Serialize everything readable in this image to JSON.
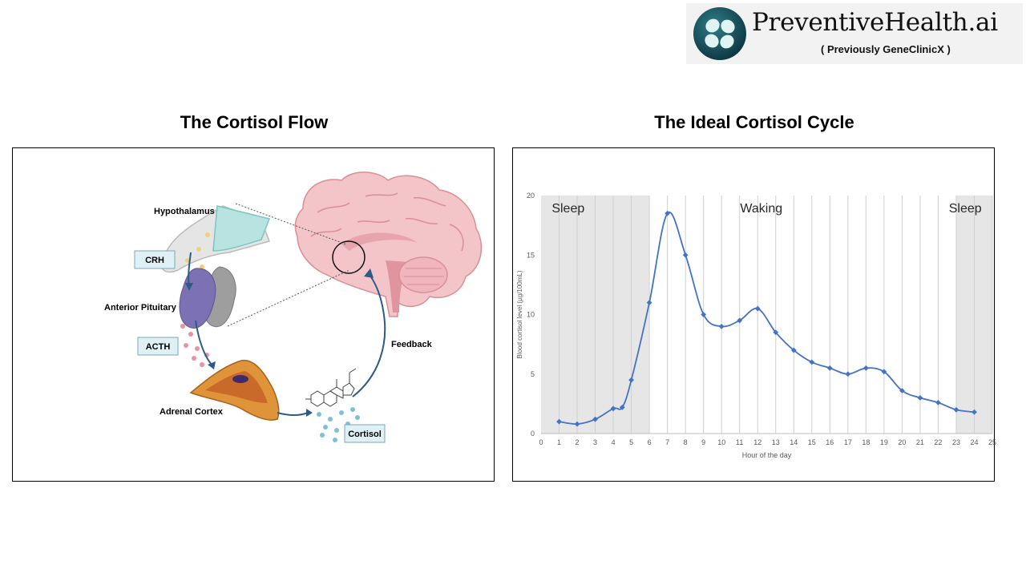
{
  "logo": {
    "name": "PreventiveHealth.ai",
    "subtitle": "( Previously  GeneClinicX )"
  },
  "left_panel": {
    "title": "The Cortisol Flow",
    "labels": {
      "hypothalamus": "Hypothalamus",
      "crh": "CRH",
      "anterior_pituitary": "Anterior Pituitary",
      "acth": "ACTH",
      "adrenal_cortex": "Adrenal Cortex",
      "feedback": "Feedback",
      "cortisol": "Cortisol"
    }
  },
  "right_panel": {
    "title": "The Ideal Cortisol Cycle"
  },
  "chart_data": {
    "type": "line",
    "xlabel": "Hour of the day",
    "ylabel": "Blood cortisol level (µg/100mL)",
    "xlim": [
      0,
      25
    ],
    "ylim": [
      0,
      20
    ],
    "xticks": [
      0,
      1,
      2,
      3,
      4,
      5,
      6,
      7,
      8,
      9,
      10,
      11,
      12,
      13,
      14,
      15,
      16,
      17,
      18,
      19,
      20,
      21,
      22,
      23,
      24,
      25
    ],
    "yticks": [
      0,
      5,
      10,
      15,
      20
    ],
    "grid": "vertical",
    "shaded_regions": [
      {
        "label": "Sleep",
        "x": [
          0,
          6
        ]
      },
      {
        "label": "Sleep",
        "x": [
          23,
          25
        ]
      }
    ],
    "region_labels": [
      {
        "text": "Sleep",
        "x": 1.5
      },
      {
        "text": "Waking",
        "x": 12.2
      },
      {
        "text": "Sleep",
        "x": 23.5
      }
    ],
    "series": [
      {
        "color": "#4472c4",
        "x": [
          1,
          2,
          3,
          4,
          4.5,
          5,
          6,
          7,
          8,
          9,
          10,
          11,
          12,
          13,
          14,
          15,
          16,
          17,
          18,
          19,
          20,
          21,
          22,
          23,
          24
        ],
        "y": [
          1.0,
          0.8,
          1.2,
          2.1,
          2.2,
          4.5,
          11.0,
          18.5,
          15.0,
          10.0,
          9.0,
          9.5,
          10.5,
          8.5,
          7.0,
          6.0,
          5.5,
          5.0,
          5.5,
          5.2,
          3.6,
          3.0,
          2.6,
          2.0,
          1.8
        ]
      }
    ]
  }
}
